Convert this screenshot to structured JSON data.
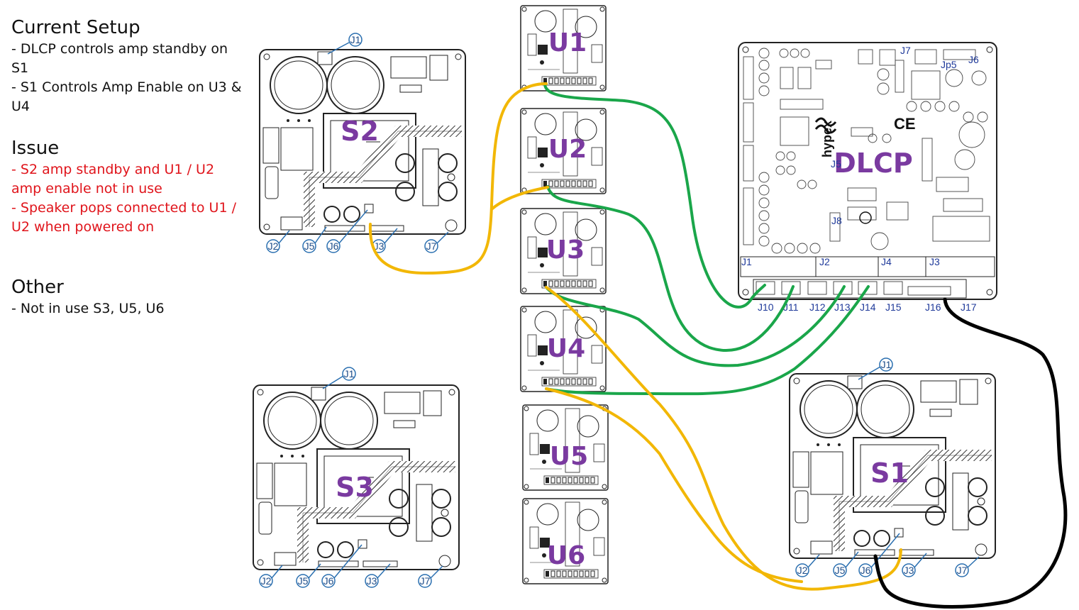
{
  "notes": {
    "current_setup": {
      "heading": "Current Setup",
      "lines": [
        "- DLCP controls amp standby on S1",
        "- S1 Controls Amp Enable on U3 & U4"
      ]
    },
    "issue": {
      "heading": "Issue",
      "lines": [
        "- S2 amp standby and U1 / U2 amp enable not in use",
        "- Speaker pops connected to U1 / U2 when powered on"
      ],
      "color": "#e0141b"
    },
    "other": {
      "heading": "Other",
      "lines": [
        "- Not in use S3, U5, U6"
      ]
    }
  },
  "boards": {
    "s2": {
      "label": "S2"
    },
    "s3": {
      "label": "S3"
    },
    "s1": {
      "label": "S1"
    },
    "u1": {
      "label": "U1"
    },
    "u2": {
      "label": "U2"
    },
    "u3": {
      "label": "U3"
    },
    "u4": {
      "label": "U4"
    },
    "u5": {
      "label": "U5"
    },
    "u6": {
      "label": "U6"
    },
    "dlcp": {
      "label": "DLCP",
      "brand": "hypex",
      "top_connectors": [
        "J1",
        "J2",
        "J4",
        "J3"
      ],
      "bottom_connectors": [
        "J10",
        "J11",
        "J12",
        "J13",
        "J14",
        "J15",
        "J16",
        "J17"
      ],
      "misc_connectors": [
        "J7",
        "J6",
        "Jp5",
        "J5",
        "J8"
      ]
    }
  },
  "supply_callouts": [
    "J1",
    "J2",
    "J5",
    "J6",
    "J3",
    "J7"
  ],
  "colors": {
    "label_purple": "#7a3aa0",
    "connector_blue": "#1f3a9a",
    "wire_green": "#1aa64a",
    "wire_yellow": "#f2b705",
    "wire_black": "#000000",
    "issue_red": "#e0141b"
  }
}
